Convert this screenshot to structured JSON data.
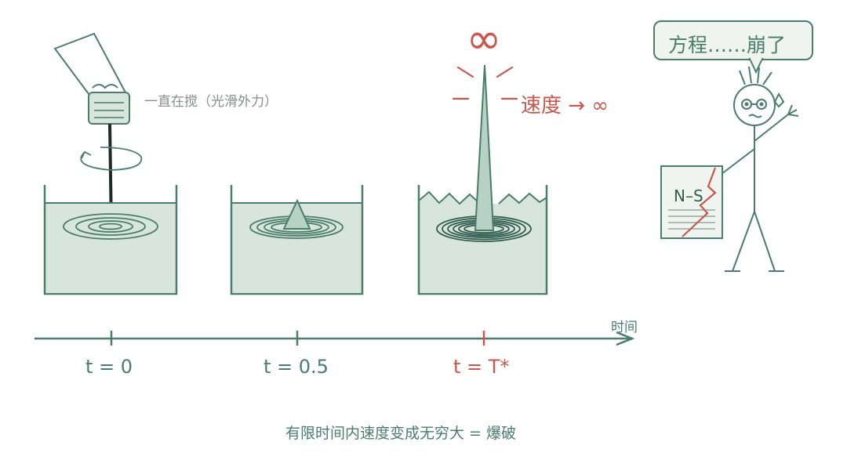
{
  "labels": {
    "stir": "一直在搅（光滑外力）",
    "speed": "速度 → ∞",
    "infinity": "∞",
    "axis": "时间",
    "times": [
      "t = 0",
      "t = 0.5",
      "t = T*"
    ],
    "bubble": "方程……崩了",
    "paper": "N–S",
    "bottom": "有限时间内速度变成无穷大 = 爆破"
  },
  "colors": {
    "ink": "#4a7d6c",
    "water": "#d7e5dd",
    "accent": "#c9574b",
    "paper": "#f0f4f1"
  },
  "icons": {
    "hand": "hand-icon",
    "stick": "stir-stick-icon",
    "rotation": "rotation-arrow-icon",
    "stickman": "stick-figure-icon"
  }
}
